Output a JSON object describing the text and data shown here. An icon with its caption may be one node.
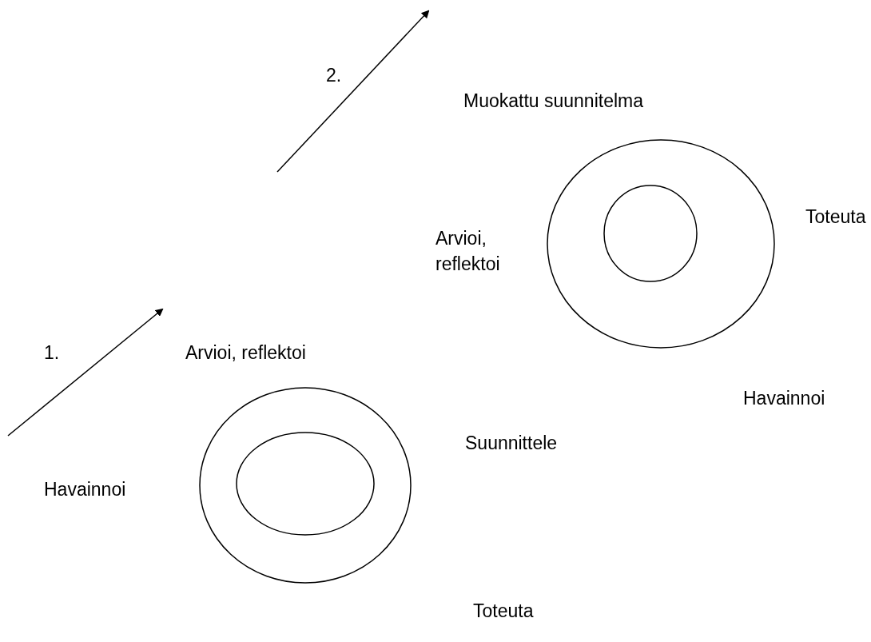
{
  "diagram": {
    "labels": [
      "2.",
      "Muokattu suunnitelma",
      "Toteuta",
      "Arvioi, reflektoi",
      "1.",
      "Arvioi, reflektoi",
      "Havainnoi",
      "Suunnittele",
      "Havainnoi",
      "Toteuta"
    ]
  }
}
